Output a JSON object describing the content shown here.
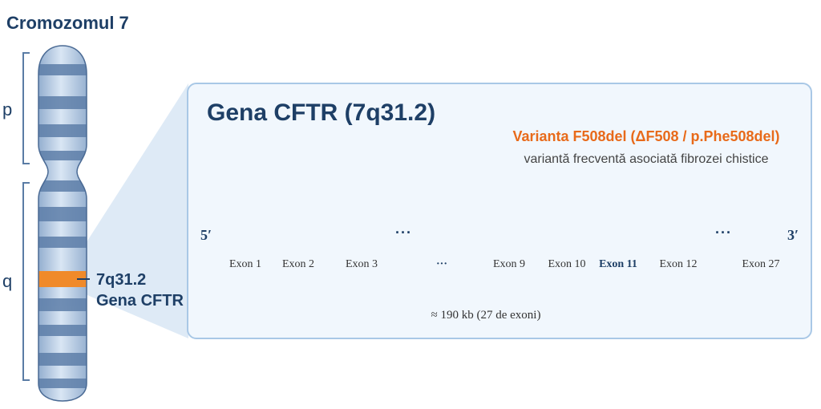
{
  "chromosome": {
    "title": "Cromozomul 7",
    "p_label": "p",
    "q_label": "q",
    "locus_line1": "7q31.2",
    "locus_line2": "Gena CFTR"
  },
  "gene": {
    "title": "Gena CFTR (7q31.2)",
    "five_prime": "5′",
    "three_prime": "3′",
    "ellipsis": "···",
    "exons": [
      {
        "label": "Exon 1",
        "highlight": false
      },
      {
        "label": "Exon 2",
        "highlight": false
      },
      {
        "label": "Exon 3",
        "highlight": false
      },
      {
        "label": "···",
        "highlight": false
      },
      {
        "label": "Exon 9",
        "highlight": false
      },
      {
        "label": "Exon 10",
        "highlight": false
      },
      {
        "label": "Exon 11",
        "highlight": true
      },
      {
        "label": "Exon 12",
        "highlight": false
      },
      {
        "label": "Exon 27",
        "highlight": false
      }
    ],
    "length": "≈ 190 kb (27 de exoni)"
  },
  "variant": {
    "name": "Varianta F508del (ΔF508 / p.Phe508del)",
    "description": "variantă frecventă asociată fibrozei chistice"
  },
  "colors": {
    "navy": "#1e3f66",
    "exon_fill": "#a9c8e6",
    "highlight": "#f08a2a",
    "variant_text": "#e86a1a"
  }
}
